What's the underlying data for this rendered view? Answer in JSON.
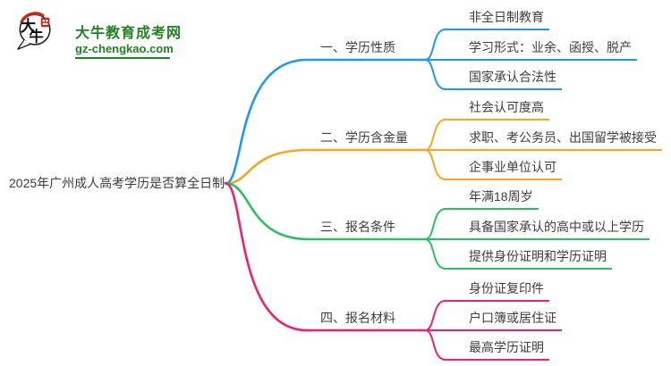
{
  "site": {
    "logo_title": "大牛教育成考网",
    "logo_subtitle": "gz-chengkao.com",
    "logo_icon": {
      "char_top": "大",
      "char_bottom": "牛"
    },
    "colors": {
      "brand_green": "#218221",
      "seal_red": "#c5281c"
    }
  },
  "mindmap": {
    "root": "2025年广州成人高考学历是否算全日制",
    "branches": [
      {
        "label": "一、学历性质",
        "color": "#2196f3",
        "children": [
          "非全日制教育",
          "学习形式：业余、函授、脱产",
          "国家承认合法性"
        ]
      },
      {
        "label": "二、学历含金量",
        "color": "#f5a623",
        "children": [
          "社会认可度高",
          "求职、考公务员、出国留学被接受",
          "企事业单位认可"
        ]
      },
      {
        "label": "三、报名条件",
        "color": "#2dbe64",
        "children": [
          "年满18周岁",
          "具备国家承认的高中或以上学历",
          "提供身份证明和学历证明"
        ]
      },
      {
        "label": "四、报名材料",
        "color": "#ed216e",
        "children": [
          "身份证复印件",
          "户口簿或居住证",
          "最高学历证明"
        ]
      }
    ]
  }
}
